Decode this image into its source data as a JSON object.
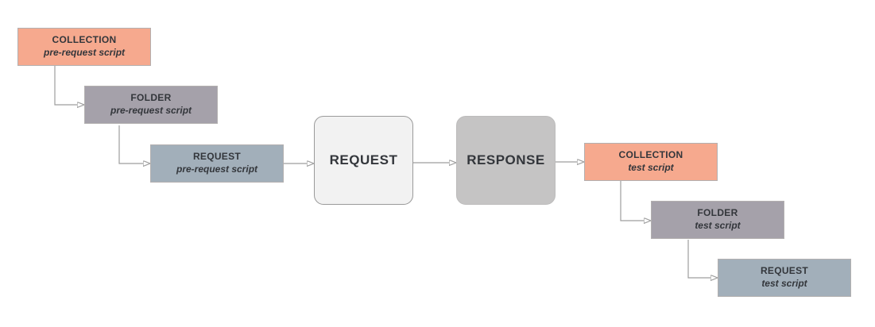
{
  "diagram": {
    "nodes": {
      "collection_pre": {
        "title": "COLLECTION",
        "subtitle": "pre-request script"
      },
      "folder_pre": {
        "title": "FOLDER",
        "subtitle": "pre-request script"
      },
      "request_pre": {
        "title": "REQUEST",
        "subtitle": "pre-request script"
      },
      "request_main": {
        "title": "REQUEST"
      },
      "response_main": {
        "title": "RESPONSE"
      },
      "collection_test": {
        "title": "COLLECTION",
        "subtitle": "test script"
      },
      "folder_test": {
        "title": "FOLDER",
        "subtitle": "test script"
      },
      "request_test": {
        "title": "REQUEST",
        "subtitle": "test script"
      }
    },
    "colors": {
      "collection_fill": "#f6a98e",
      "folder_fill": "#a5a1aa",
      "request_script_fill": "#a2afba",
      "request_main_fill": "#f2f2f2",
      "response_main_fill": "#c5c4c4",
      "connector_stroke": "#9e9e9e",
      "text": "#33363b",
      "background": "#ffffff"
    }
  }
}
